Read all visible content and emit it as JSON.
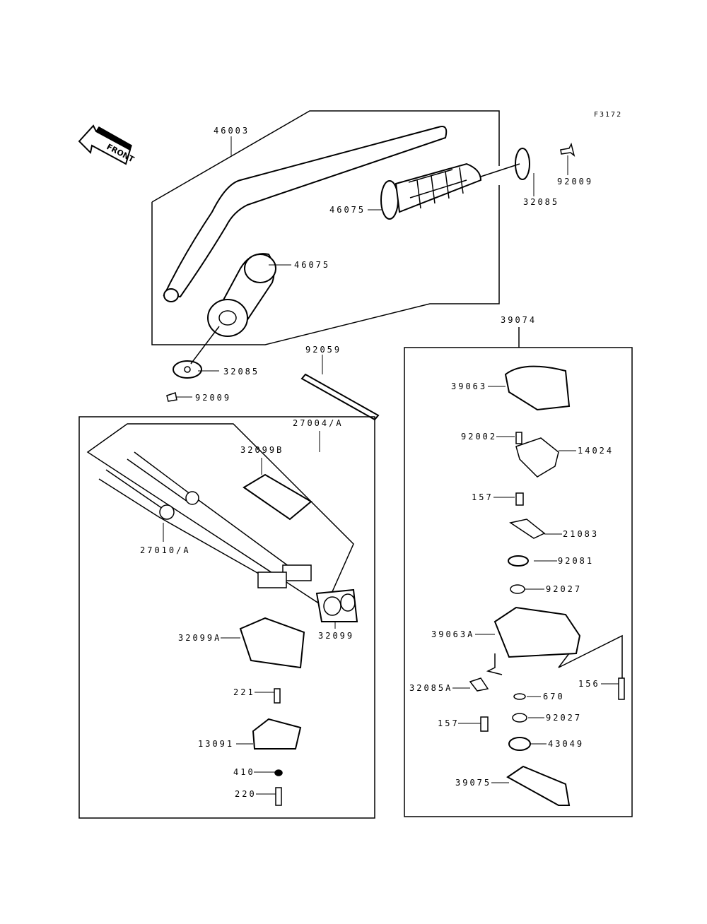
{
  "figure_id": "F3172",
  "front_label": "FRONT",
  "groups": [
    {
      "id": "handlebar",
      "part_number": "46003"
    },
    {
      "id": "switch-assembly-left",
      "part_number": "27004/A"
    },
    {
      "id": "throttle-case-assembly",
      "part_number": "39074"
    }
  ],
  "parts": {
    "p46003": "46003",
    "p46075a": "46075",
    "p46075b": "46075",
    "p32085a": "32085",
    "p32085b": "32085",
    "p92009a": "92009",
    "p92009b": "92009",
    "p92059": "92059",
    "p27004": "27004/A",
    "p32099B": "32099B",
    "p27010": "27010/A",
    "p32099": "32099",
    "p32099A": "32099A",
    "p221": "221",
    "p13091": "13091",
    "p410": "410",
    "p220": "220",
    "p39074": "39074",
    "p39063": "39063",
    "p92002": "92002",
    "p14024": "14024",
    "p157a": "157",
    "p21083": "21083",
    "p92081": "92081",
    "p92027a": "92027",
    "p39063A": "39063A",
    "p32085A": "32085A",
    "p156": "156",
    "p670": "670",
    "p157b": "157",
    "p92027b": "92027",
    "p43049": "43049",
    "p39075": "39075"
  }
}
